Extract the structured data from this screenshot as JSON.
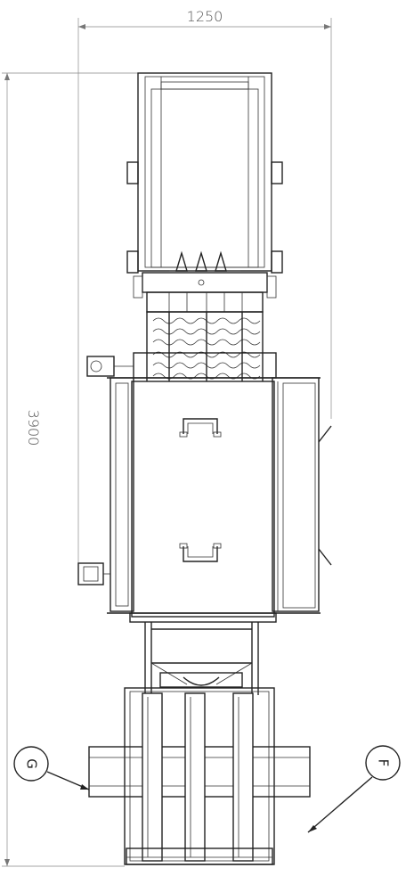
{
  "drawing": {
    "dimension_width": "1250",
    "dimension_height": "3900",
    "callout_left": "G",
    "callout_right": "F"
  }
}
